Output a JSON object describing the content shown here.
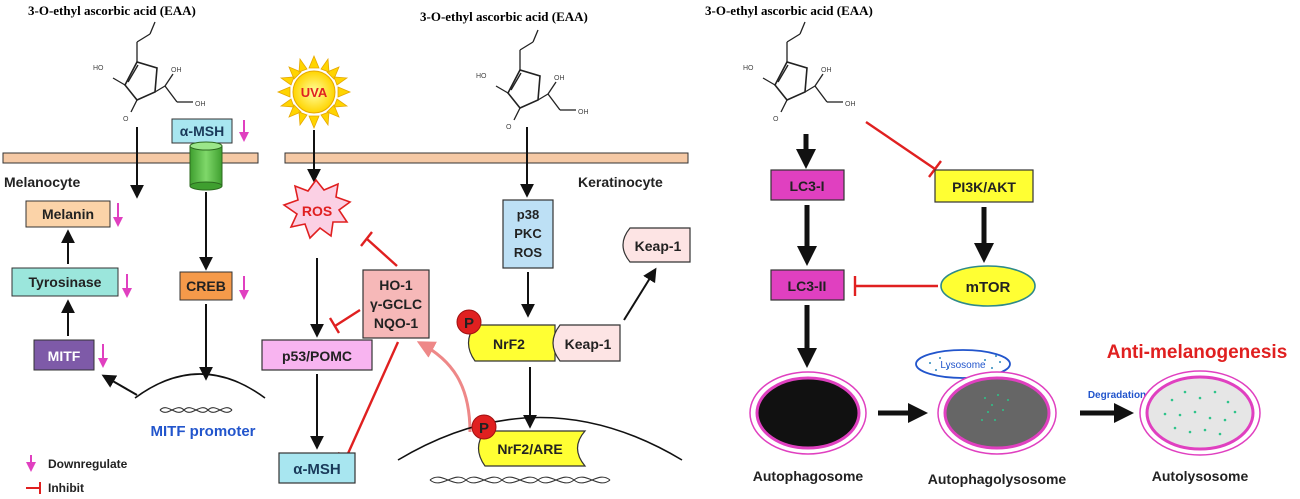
{
  "titles": {
    "left": "3-O-ethyl ascorbic acid (EAA)",
    "middle": "3-O-ethyl ascorbic acid (EAA)",
    "right": "3-O-ethyl ascorbic acid (EAA)"
  },
  "molecule": {
    "oh": "OH",
    "ho": "HO",
    "o": "O"
  },
  "cells": {
    "melanocyte": "Melanocyte",
    "keratinocyte": "Keratinocyte"
  },
  "left_panel": {
    "alpha_msh": "α-MSH",
    "melanin": "Melanin",
    "tyrosinase": "Tyrosinase",
    "mitf": "MITF",
    "creb": "CREB",
    "mitf_promoter": "MITF promoter"
  },
  "legend": {
    "downregulate": "Downregulate",
    "inhibit": "Inhibit"
  },
  "middle_panel": {
    "uva": "UVA",
    "ros": "ROS",
    "ho1": "HO-1",
    "gclc": "γ-GCLC",
    "nqo1": "NQO-1",
    "p53": "p53/POMC",
    "alpha_msh": "α-MSH",
    "p38": "p38",
    "pkc": "PKC",
    "ros2": "ROS",
    "keap1": "Keap-1",
    "nrf2": "NrF2",
    "keap1_bound": "Keap-1",
    "p": "P",
    "nrf2_are": "NrF2/ARE",
    "p2": "P"
  },
  "right_panel": {
    "lc3_1": "LC3-I",
    "lc3_2": "LC3-II",
    "pi3k": "PI3K/AKT",
    "mtor": "mTOR",
    "anti": "Anti-melanogenesis",
    "lysosome": "Lysosome",
    "degradation": "Degradation",
    "autophagosome": "Autophagosome",
    "autophagolysosome": "Autophagolysosome",
    "autolysosome": "Autolysosome"
  },
  "colors": {
    "membrane": "#f5c9a5",
    "light_blue": "#a8e6f0",
    "light_orange": "#fbd3a8",
    "teal": "#9be6dc",
    "purple": "#7e5aa8",
    "orange": "#f59a4a",
    "red": "#e02020",
    "magenta": "#e040c0",
    "yellow": "#ffff33",
    "pink_box": "#f6b8b8",
    "pink_bg": "#f8c8f0",
    "blue_text": "#2255cc"
  }
}
